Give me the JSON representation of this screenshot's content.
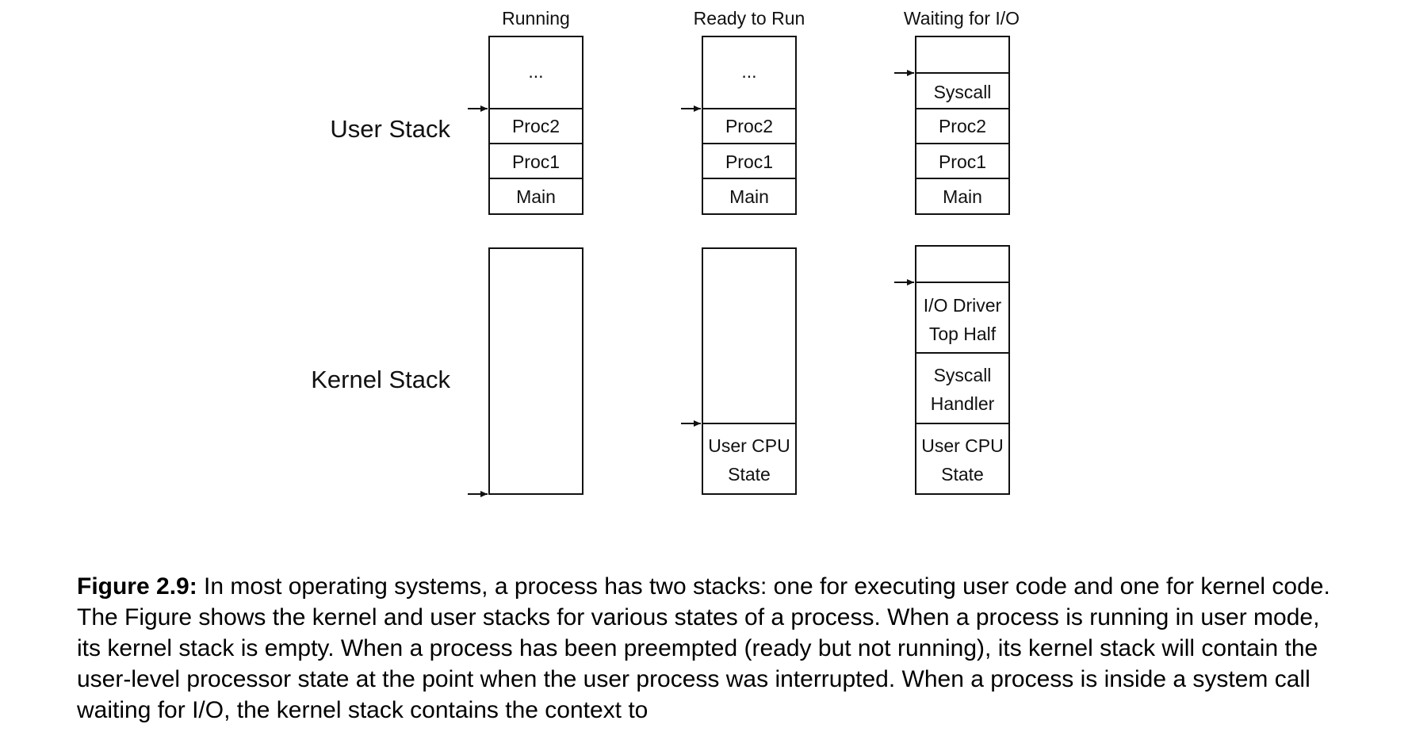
{
  "row_labels": {
    "user": "User Stack",
    "kernel": "Kernel Stack"
  },
  "columns": [
    {
      "title": "Running",
      "user_cells": [
        [
          "..."
        ],
        [
          "Proc2"
        ],
        [
          "Proc1"
        ],
        [
          "Main"
        ]
      ],
      "kernel_cells": [
        []
      ]
    },
    {
      "title": "Ready to Run",
      "user_cells": [
        [
          "..."
        ],
        [
          "Proc2"
        ],
        [
          "Proc1"
        ],
        [
          "Main"
        ]
      ],
      "kernel_cells": [
        [],
        [
          "User CPU",
          "State"
        ]
      ]
    },
    {
      "title": "Waiting for I/O",
      "user_cells": [
        [],
        [
          "Syscall"
        ],
        [
          "Proc2"
        ],
        [
          "Proc1"
        ],
        [
          "Main"
        ]
      ],
      "kernel_cells": [
        [],
        [
          "I/O Driver",
          "Top Half"
        ],
        [
          "Syscall",
          "Handler"
        ],
        [
          "User CPU",
          "State"
        ]
      ]
    }
  ],
  "caption": {
    "label": "Figure 2.9:",
    "text": " In most operating systems, a process has two stacks: one for executing user code and one for kernel code. The Figure shows the kernel and user stacks for various states of a process. When a process is running in user mode, its kernel stack is empty. When a process has been preempted (ready but not running), its kernel stack will contain the user-level processor state at the point when the user process was interrupted. When a process is inside a system call waiting for I/O, the kernel stack contains the context to"
  }
}
